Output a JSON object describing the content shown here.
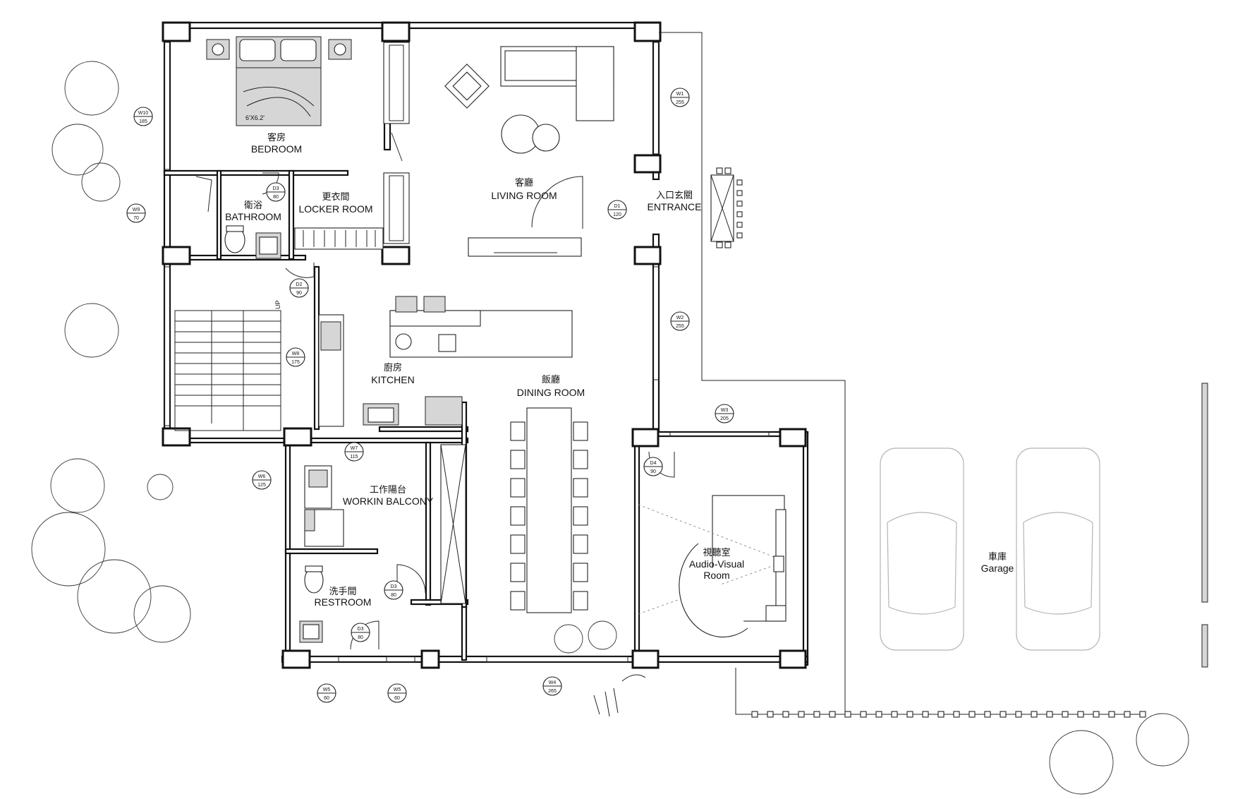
{
  "rooms": {
    "bedroom": {
      "zh": "客房",
      "en": "BEDROOM",
      "bed_size": "6'X6.2'"
    },
    "living": {
      "zh": "客廳",
      "en": "LIVING ROOM"
    },
    "entrance": {
      "zh": "入口玄關",
      "en": "ENTRANCE"
    },
    "bathroom": {
      "zh": "衛浴",
      "en": "BATHROOM"
    },
    "locker": {
      "zh": "更衣間",
      "en": "LOCKER ROOM"
    },
    "kitchen": {
      "zh": "廚房",
      "en": "KITCHEN"
    },
    "dining": {
      "zh": "飯廳",
      "en": "DINING ROOM"
    },
    "balcony": {
      "zh": "工作陽台",
      "en": "WORKIN BALCONY"
    },
    "restroom": {
      "zh": "洗手間",
      "en": "RESTROOM"
    },
    "av": {
      "zh": "視聽室",
      "en1": "Audio-Visual",
      "en2": "Room"
    },
    "garage": {
      "zh": "車庫",
      "en": "Garage"
    }
  },
  "stair_label": "UP",
  "tags": {
    "w10": {
      "id": "W10",
      "val": "185"
    },
    "w9": {
      "id": "W9",
      "val": "70"
    },
    "w1": {
      "id": "W1",
      "val": "255"
    },
    "w2": {
      "id": "W2",
      "val": "255"
    },
    "w3": {
      "id": "W3",
      "val": "205"
    },
    "w4": {
      "id": "W4",
      "val": "265"
    },
    "w5a": {
      "id": "W5",
      "val": "60"
    },
    "w5b": {
      "id": "W5",
      "val": "60"
    },
    "w6": {
      "id": "W6",
      "val": "125"
    },
    "w7": {
      "id": "W7",
      "val": "115"
    },
    "w8": {
      "id": "W8",
      "val": "175"
    },
    "d1": {
      "id": "D1",
      "val": "120"
    },
    "d2": {
      "id": "D2",
      "val": "90"
    },
    "d3a": {
      "id": "D3",
      "val": "80"
    },
    "d3b": {
      "id": "D3",
      "val": "80"
    },
    "d3c": {
      "id": "D3",
      "val": "80"
    },
    "d4": {
      "id": "D4",
      "val": "90"
    }
  },
  "colors": {
    "line": "#111111",
    "car": "#b5b5b5",
    "furniture_fill": "#d6d6d6"
  }
}
